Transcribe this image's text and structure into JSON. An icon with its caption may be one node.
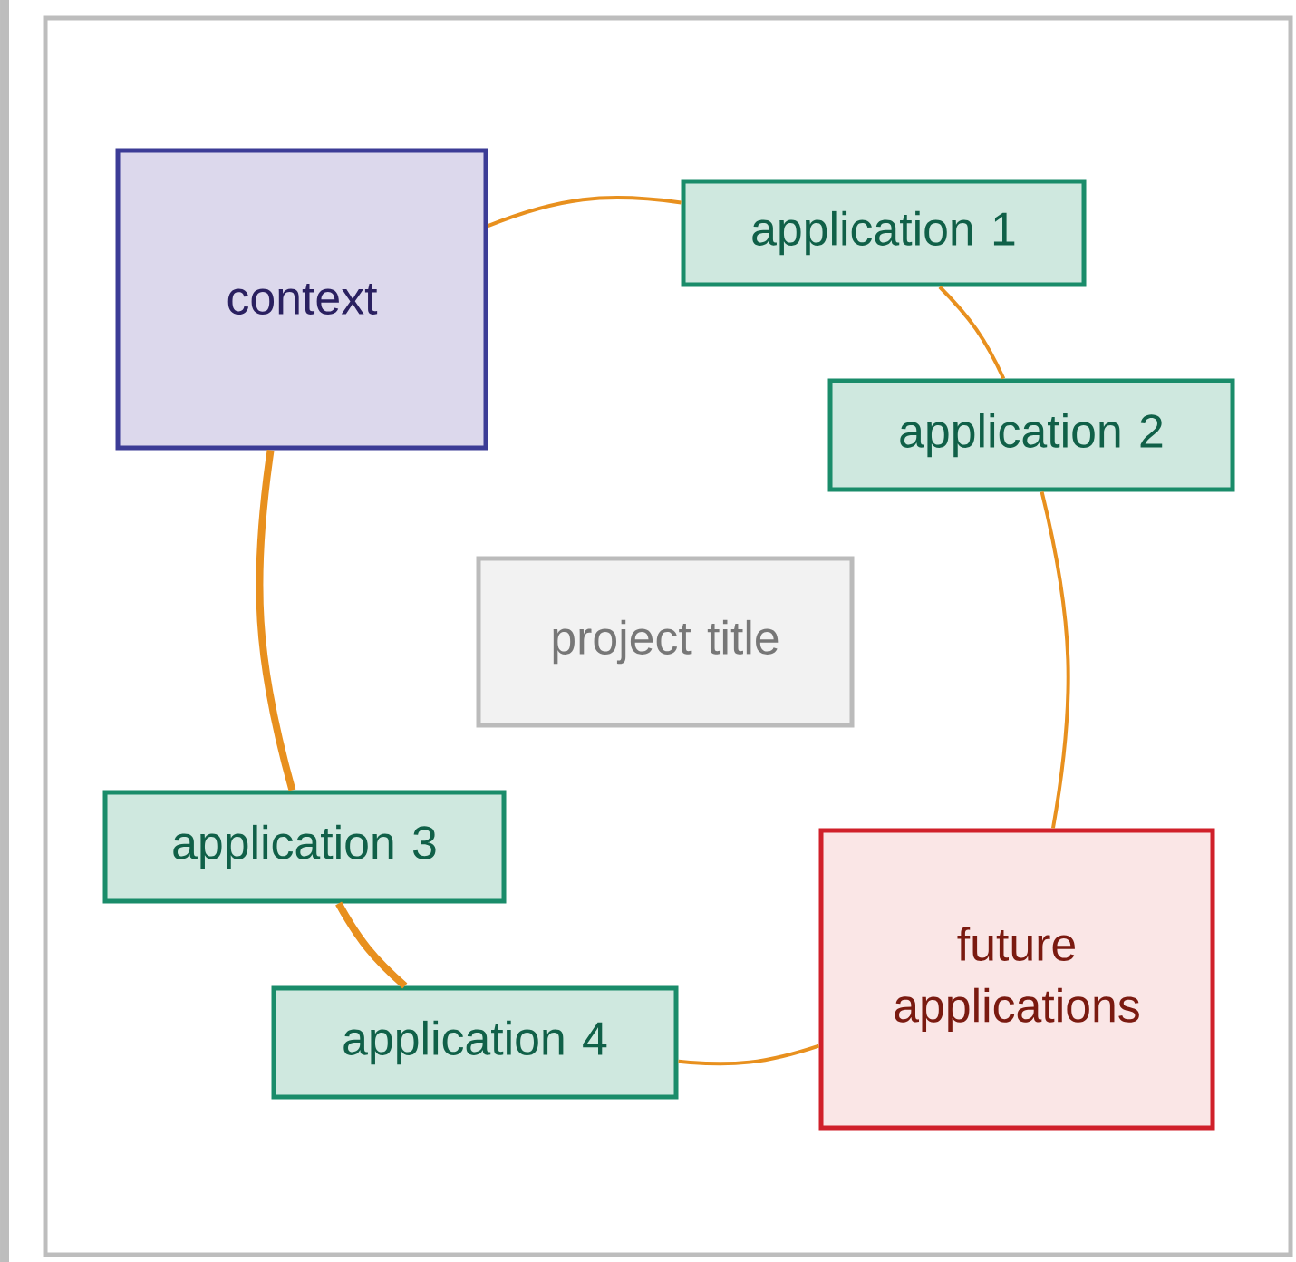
{
  "diagram": {
    "nodes": [
      {
        "text": [
          "context"
        ]
      },
      {
        "text": [
          "application 1"
        ]
      },
      {
        "text": [
          "application 2"
        ]
      },
      {
        "text": [
          "project title"
        ]
      },
      {
        "text": [
          "application 3"
        ]
      },
      {
        "text": [
          "future applications"
        ]
      },
      {
        "text": [
          "application 4"
        ]
      }
    ],
    "edges": [
      {
        "from": 0,
        "to": 1,
        "arrow": "none"
      },
      {
        "from": 1,
        "to": 2,
        "arrow": "none"
      },
      {
        "from": 2,
        "to": 5,
        "arrow": "none"
      },
      {
        "from": 5,
        "to": 6,
        "arrow": "none"
      },
      {
        "from": 6,
        "to": 4,
        "arrow": "none",
        "style": "thick"
      },
      {
        "from": 4,
        "to": 0,
        "arrow": "none",
        "style": "thick"
      }
    ]
  }
}
